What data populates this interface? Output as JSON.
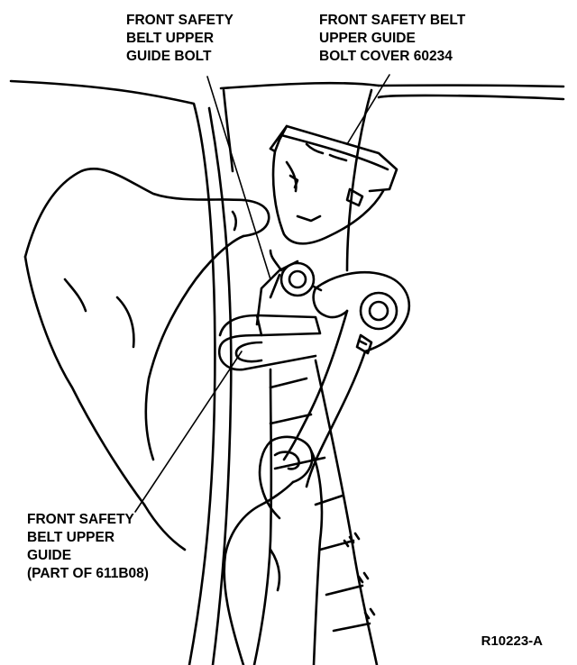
{
  "callouts": {
    "guide_bolt": {
      "lines": [
        "FRONT SAFETY",
        "BELT UPPER",
        "GUIDE BOLT"
      ]
    },
    "bolt_cover": {
      "lines": [
        "FRONT SAFETY BELT",
        "UPPER GUIDE",
        "BOLT COVER 60234"
      ]
    },
    "upper_guide": {
      "lines": [
        "FRONT SAFETY",
        "BELT UPPER",
        "GUIDE",
        "(PART OF 611B08)"
      ]
    }
  },
  "figure_id": "R10223-A",
  "colors": {
    "ink": "#000000",
    "paper": "#ffffff"
  }
}
